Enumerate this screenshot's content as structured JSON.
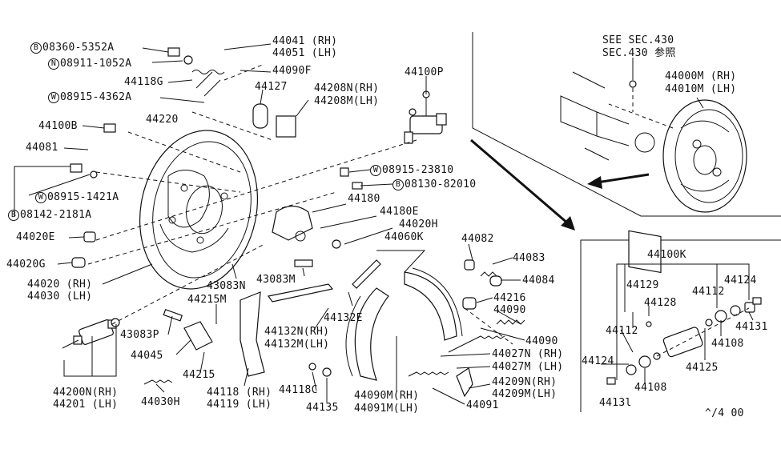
{
  "labels": {
    "p08360": {
      "circle": "B",
      "text": "08360-5352A"
    },
    "p08911": {
      "circle": "N",
      "text": "08911-1052A"
    },
    "p44118g": {
      "text": "44118G"
    },
    "p08915a": {
      "circle": "W",
      "text": "08915-4362A"
    },
    "p44100b": {
      "text": "44100B"
    },
    "p44081": {
      "text": "44081"
    },
    "p08915b": {
      "circle": "W",
      "text": "08915-1421A"
    },
    "p08142": {
      "circle": "B",
      "text": "08142-2181A"
    },
    "p44020e": {
      "text": "44020E"
    },
    "p44020g": {
      "text": "44020G"
    },
    "p44020rh": {
      "text": "44020 (RH)"
    },
    "p44030lh": {
      "text": "44030 (LH)"
    },
    "p44041": {
      "text": "44041 (RH)"
    },
    "p44051": {
      "text": "44051 (LH)"
    },
    "p44090f": {
      "text": "44090F"
    },
    "p44127": {
      "text": "44127"
    },
    "p44220": {
      "text": "44220"
    },
    "p44208n": {
      "text": "44208N(RH)"
    },
    "p44208m": {
      "text": "44208M(LH)"
    },
    "p44100p": {
      "text": "44100P"
    },
    "p08915c": {
      "circle": "W",
      "text": "08915-23810"
    },
    "p08130": {
      "circle": "B",
      "text": "08130-82010"
    },
    "p44180": {
      "text": "44180"
    },
    "p44180e": {
      "text": "44180E"
    },
    "p44020h": {
      "text": "44020H"
    },
    "p44060k": {
      "text": "44060K"
    },
    "p44082": {
      "text": "44082"
    },
    "p44083": {
      "text": "44083"
    },
    "p44084": {
      "text": "44084"
    },
    "p44216": {
      "text": "44216"
    },
    "p44090a": {
      "text": "44090"
    },
    "p44090b": {
      "text": "44090"
    },
    "p43083m": {
      "text": "43083M"
    },
    "p43083n": {
      "text": "43083N"
    },
    "p44215m": {
      "text": "44215M"
    },
    "p44132e": {
      "text": "44132E"
    },
    "p44132n": {
      "text": "44132N(RH)"
    },
    "p44132m": {
      "text": "44132M(LH)"
    },
    "p43083p": {
      "text": "43083P"
    },
    "p44045": {
      "text": "44045"
    },
    "p44215": {
      "text": "44215"
    },
    "p44200n": {
      "text": "44200N(RH)"
    },
    "p44201": {
      "text": "44201  (LH)"
    },
    "p44030h": {
      "text": "44030H"
    },
    "p44118rh": {
      "text": "44118 (RH)"
    },
    "p44119lh": {
      "text": "44119 (LH)"
    },
    "p44118c": {
      "text": "44118C"
    },
    "p44135": {
      "text": "44135"
    },
    "p44090m": {
      "text": "44090M(RH)"
    },
    "p44091m": {
      "text": "44091M(LH)"
    },
    "p44027n": {
      "text": "44027N (RH)"
    },
    "p44027m": {
      "text": "44027M (LH)"
    },
    "p44209n": {
      "text": "44209N(RH)"
    },
    "p44209m": {
      "text": "44209M(LH)"
    },
    "p44091": {
      "text": "44091"
    },
    "pSee": {
      "text": "SEE SEC.430"
    },
    "pSec": {
      "text": "SEC.430 参照"
    },
    "p44000m": {
      "text": "44000M (RH)"
    },
    "p44010m": {
      "text": "44010M (LH)"
    },
    "p44100k": {
      "text": "44100K"
    },
    "p44129": {
      "text": "44129"
    },
    "p44128": {
      "text": "44128"
    },
    "p44112a": {
      "text": "44112"
    },
    "p44112b": {
      "text": "44112"
    },
    "p44124a": {
      "text": "44124"
    },
    "p44124b": {
      "text": "44124"
    },
    "p44131a": {
      "text": "44131"
    },
    "p44131b": {
      "text": "4413l"
    },
    "p44108a": {
      "text": "44108"
    },
    "p44108b": {
      "text": "44108"
    },
    "p44125": {
      "text": "44125"
    },
    "pCode": {
      "text": "^/4   00"
    }
  }
}
